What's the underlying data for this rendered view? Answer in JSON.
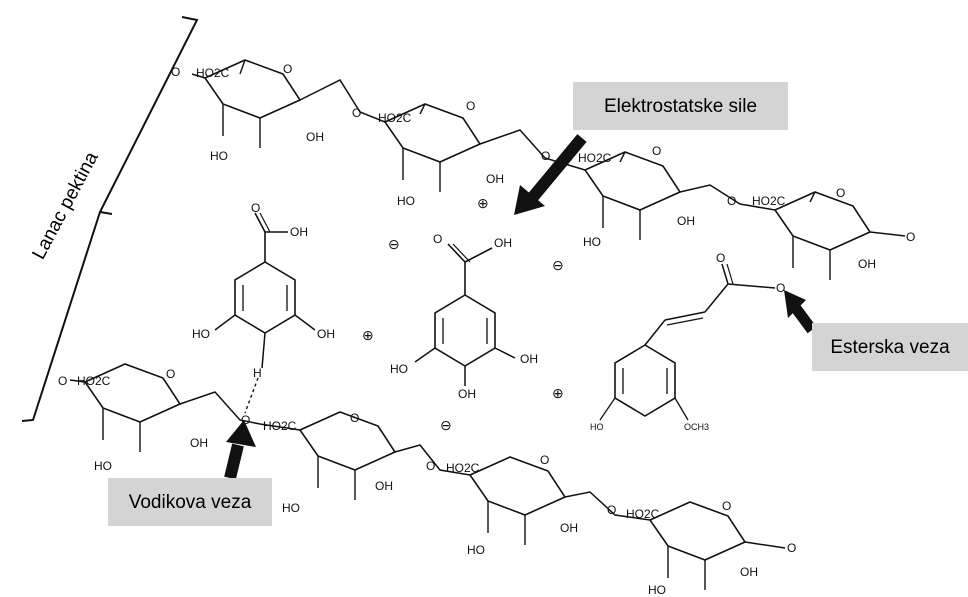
{
  "labels": {
    "electrostatic": "Elektrostatske sile",
    "ester": "Esterska veza",
    "hydrogen": "Vodikova veza",
    "chain": "Lanac pektina"
  },
  "atoms": {
    "co2h": "HO2C",
    "oh": "OH",
    "ho": "HO",
    "o": "O",
    "h": "H",
    "och3": "OCH3"
  },
  "charges": {
    "plus": "⊕",
    "minus": "⊖"
  },
  "colors": {
    "callout_bg": "#d4d4d4",
    "ink": "#111111"
  }
}
